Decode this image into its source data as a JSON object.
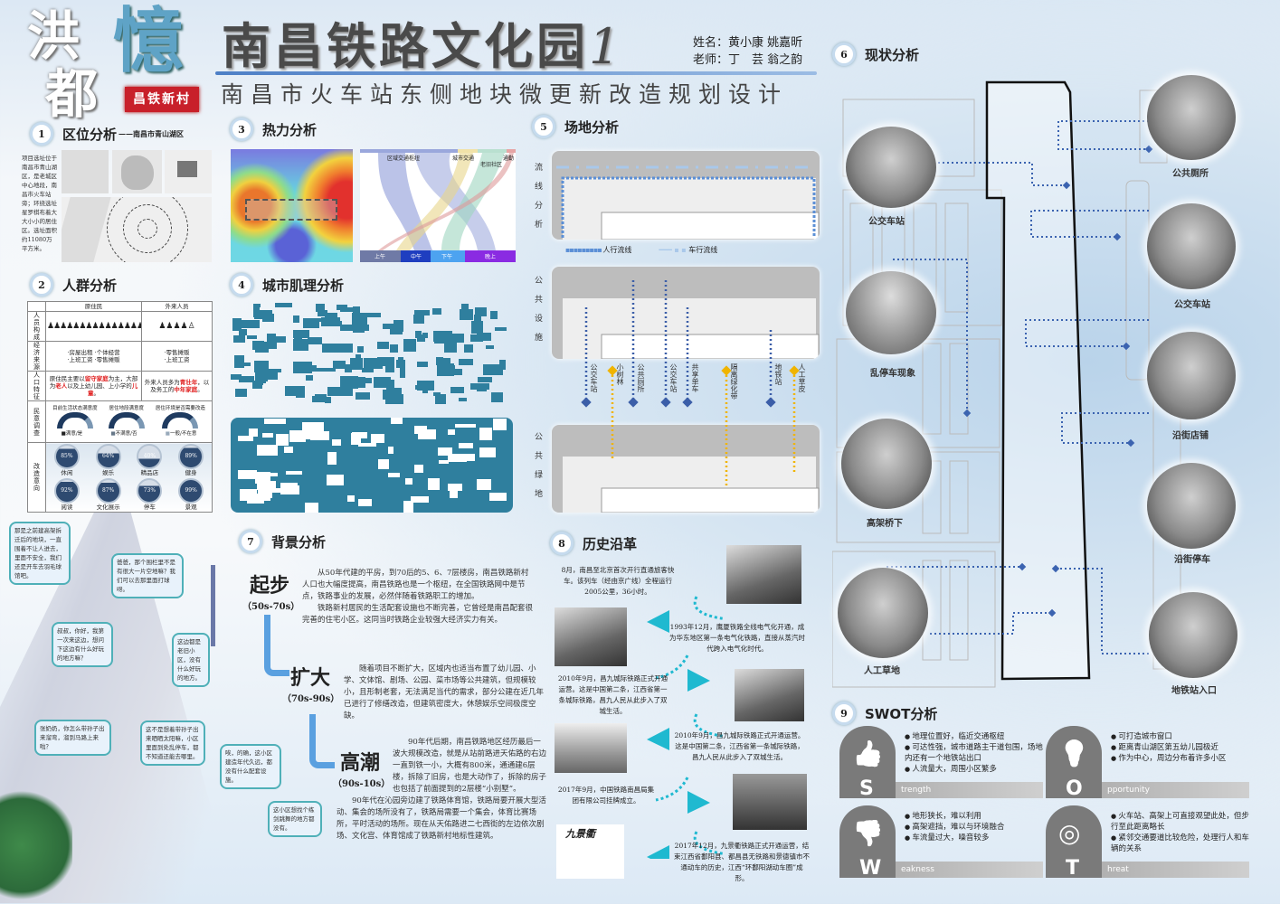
{
  "logo": {
    "chars": [
      "洪",
      "都",
      "憶"
    ],
    "stamp": "昌铁新村"
  },
  "header": {
    "title": "南昌铁路文化园",
    "title_num": "1",
    "author_label": "姓名：黄小康 姚嘉昕",
    "teacher_label": "老师：丁　芸 翁之韵",
    "subtitle": "南昌市火车站东侧地块微更新改造规划设计"
  },
  "sections": {
    "s1": {
      "num": "1",
      "title": "区位分析",
      "subtitle": "——南昌市青山湖区",
      "text": "项目选址位于南昌市青山湖区，是老城区中心地段，南昌市火车站旁；环绕选址星罗棋布着大大小小的居住区。选址面积约11080万平方米。"
    },
    "s2": {
      "num": "2",
      "title": "人群分析"
    },
    "s3": {
      "num": "3",
      "title": "热力分析"
    },
    "s4": {
      "num": "4",
      "title": "城市肌理分析"
    },
    "s5": {
      "num": "5",
      "title": "场地分析"
    },
    "s6": {
      "num": "6",
      "title": "现状分析"
    },
    "s7": {
      "num": "7",
      "title": "背景分析"
    },
    "s8": {
      "num": "8",
      "title": "历史沿革"
    },
    "s9": {
      "num": "9",
      "title": "SWOT分析"
    }
  },
  "population": {
    "col_headers": [
      "原住民",
      "外来人员"
    ],
    "row_labels": [
      "人员构成",
      "经济来源",
      "人口特征",
      "民意调查",
      "改造意向"
    ],
    "native_income": [
      "·房屋出租",
      "·个体经营",
      "·上班工资",
      "·零售摊贩"
    ],
    "migrant_income": [
      "·零售摊贩",
      "·上班工资"
    ],
    "native_feature": {
      "a": "原住民主要以",
      "b": "留守家庭",
      "c": "为主，大部为",
      "d": "老人",
      "e": "以及上幼儿园、上小学的",
      "f": "儿童",
      "g": "。"
    },
    "migrant_feature": {
      "a": "外来人员多为",
      "b": "青壮年",
      "c": "，以及务工的",
      "d": "中年家庭",
      "e": "。"
    },
    "survey": [
      "目前生活状态满意度",
      "居住地段满意度",
      "居住环境是否需要改造"
    ],
    "survey_legend": [
      "满意/是",
      "不满意/否",
      "一般/不在意"
    ],
    "intent": [
      {
        "label": "休闲",
        "pct": "85%",
        "v": 85
      },
      {
        "label": "娱乐",
        "pct": "64%",
        "v": 64
      },
      {
        "label": "精品店",
        "pct": "40%",
        "v": 40
      },
      {
        "label": "健身",
        "pct": "89%",
        "v": 89
      },
      {
        "label": "阅读",
        "pct": "92%",
        "v": 92
      },
      {
        "label": "文化展示",
        "pct": "87%",
        "v": 87
      },
      {
        "label": "停车",
        "pct": "73%",
        "v": 73
      },
      {
        "label": "景观",
        "pct": "99%",
        "v": 99
      }
    ]
  },
  "heat": {
    "sankey_top": [
      "区域交通枢纽",
      "城市交通",
      "老旧社区",
      "通勤"
    ],
    "sankey_bottom": [
      "上午",
      "中午",
      "下午",
      "晚上"
    ]
  },
  "site": {
    "row_labels": [
      "流线分析",
      "公共设施",
      "公共绿地"
    ],
    "legend": [
      "人行流线",
      "车行流线"
    ],
    "pins": [
      {
        "label": "公交车站",
        "type": "facility"
      },
      {
        "label": "小树林",
        "type": "green"
      },
      {
        "label": "公共厕所",
        "type": "facility"
      },
      {
        "label": "公交车站",
        "type": "facility"
      },
      {
        "label": "共享单车",
        "type": "facility"
      },
      {
        "label": "隔离绿化带",
        "type": "green"
      },
      {
        "label": "地铁站",
        "type": "facility"
      },
      {
        "label": "人工草皮",
        "type": "green"
      }
    ]
  },
  "status": {
    "left": [
      "公交车站",
      "乱停车现象",
      "高架桥下",
      "人工草地"
    ],
    "right": [
      "公共厕所",
      "公交车站",
      "沿街店铺",
      "沿街停车",
      "地铁站入口"
    ]
  },
  "background": [
    {
      "stage": "起步",
      "years": "（50s-70s）",
      "text": [
        "从50年代建的平房，到70后的5、6、7层楼房，南昌铁路新村人口也大幅度提高，南昌铁路也是一个枢纽，在全国铁路网中是节点，铁路事业的发展，必然伴随着铁路职工的增加。",
        "铁路新村居民的生活配套设施也不断完善，它曾经是南昌配套很完善的住宅小区。这同当时铁路企业较强大经济实力有关。"
      ]
    },
    {
      "stage": "扩大",
      "years": "（70s-90s）",
      "text": [
        "随着项目不断扩大，区域内也适当布置了幼儿园、小学、文体馆、剧场、公园、菜市场等公共建筑，但规模较小，且形制老套，无法满足当代的需求，部分公建在近几年已进行了修缮改造，但建筑密度大，休憩娱乐空间极度空缺。"
      ]
    },
    {
      "stage": "高潮",
      "years": "（90s-10s）",
      "text": [
        "90年代后期，南昌铁路地区经历最后一波大规模改造，就是从站前路进天佑路的右边一直到铁一小，大概有800米，通通建6层楼，拆除了旧房，也是大动作了，拆除的房子也包括了前面提到的2层楼“小别墅”。",
        "90年代在沁园旁边建了铁路体育馆，铁路局要开展大型活动、集会的场所没有了，铁路局需要一个集会，体育比赛场所，平时活动的场所。现在从天佑路进二七西街的左边依次剧场、文化宫、体育馆成了铁路新村地标性建筑。"
      ]
    }
  ],
  "history": [
    "8月，南昌至北京首次开行直通旅客快车。该列车（经由京广线）全程运行2005公里，36小时。",
    "1993年12月，鹰厦铁路全线电气化开通，成为华东地区第一条电气化铁路，直接从蒸汽时代跨入电气化时代。",
    "2010年9月，昌九城际铁路正式开通运营。这是中国第二条，江西省第一条城际铁路，昌九人民从此步入了双城生活。",
    "2010年9月，昌九城际铁路正式开通运营。这是中国第二条，江西省第一条城际铁路，昌九人民从此步入了双城生活。",
    "2017年9月，中国铁路南昌局集团有限公司挂牌成立。",
    "2017年12月，九景衢铁路正式开通运营，结束江西省鄱阳县、都昌县无铁路和景德镇市不通动车的历史，江西“环鄱阳湖动车圈”成形。"
  ],
  "history_logo": "九景衢",
  "swot": [
    {
      "letter": "S",
      "word": "trength",
      "icon": "thumbs-up",
      "items": [
        "地理位置好，临近交通枢纽",
        "可达性强，城市道路主干道包围，场地内还有一个地铁站出口",
        "人流量大，周围小区繁多"
      ]
    },
    {
      "letter": "O",
      "word": "pportunity",
      "icon": "lightbulb",
      "items": [
        "可打造城市窗口",
        "距离青山湖区第五幼儿园极近",
        "作为中心，周边分布着许多小区"
      ]
    },
    {
      "letter": "W",
      "word": "eakness",
      "icon": "thumbs-down",
      "items": [
        "地形狭长，难以利用",
        "高架遮挡，难以与环境融合",
        "车流量过大，噪音较多"
      ]
    },
    {
      "letter": "T",
      "word": "hreat",
      "icon": "target",
      "items": [
        "火车站、高架上可直接观望此处，但步行至此距离略长",
        "紧邻交通要道比较危险，处理行人和车辆的关系"
      ]
    }
  ],
  "bubbles": [
    "那是之前建高架拆迁后的地块，一直围着不让人进去，里面不安全，我们还是开车去羽毛球馆吧。",
    "爸爸，那个围栏里不是有很大一片空地嘛？我们可以去那里面打球呀。",
    "叔叔，你好，我第一次来这边，想问下这边有什么好玩的地方嘛？",
    "这边都是老旧小区，没有什么好玩的地方。",
    "张奶奶，你怎么带孙子出来溜弯，溜到马路上来啦？",
    "这不是想着带孙子出来晒晒太阳嘛，小区里面到处乱停车，都不知道还能去哪里。",
    "唉，的确，这小区建造年代久远，都没有什么配套设施。",
    "这小区想找个练剑跳舞的地方都没有。"
  ],
  "colors": {
    "accent": "#4d7fc6",
    "teal": "#2e7d9a",
    "fig": "#2f7f9e",
    "facility": "#3b5ea8",
    "green": "#f0b400",
    "swot": "#7a7a7a"
  }
}
